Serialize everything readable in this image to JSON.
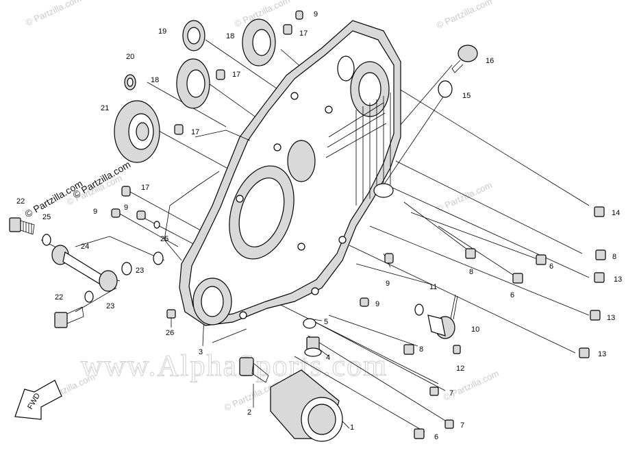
{
  "watermarks": {
    "partzilla": "© Partzilla.com",
    "partzilla_dark": "© Partzilla.com",
    "alphasports": "www.AlphaSports.com"
  },
  "fwd_label": "FWD",
  "callouts": {
    "c1": "1",
    "c2": "2",
    "c3": "3",
    "c4": "4",
    "c5": "5",
    "c6a": "6",
    "c6b": "6",
    "c6c": "6",
    "c7a": "7",
    "c7b": "7",
    "c8a": "8",
    "c8b": "8",
    "c8c": "8",
    "c9a": "9",
    "c9b": "9",
    "c9c": "9",
    "c9d": "9",
    "c9e": "9",
    "c10": "10",
    "c11": "11",
    "c12": "12",
    "c13a": "13",
    "c13b": "13",
    "c13c": "13",
    "c14": "14",
    "c15": "15",
    "c16": "16",
    "c17a": "17",
    "c17b": "17",
    "c17c": "17",
    "c17d": "17",
    "c18a": "18",
    "c18b": "18",
    "c19": "19",
    "c20": "20",
    "c21": "21",
    "c22a": "22",
    "c22b": "22",
    "c23a": "23",
    "c23b": "23",
    "c24": "24",
    "c25a": "25",
    "c25b": "25",
    "c26": "26"
  }
}
